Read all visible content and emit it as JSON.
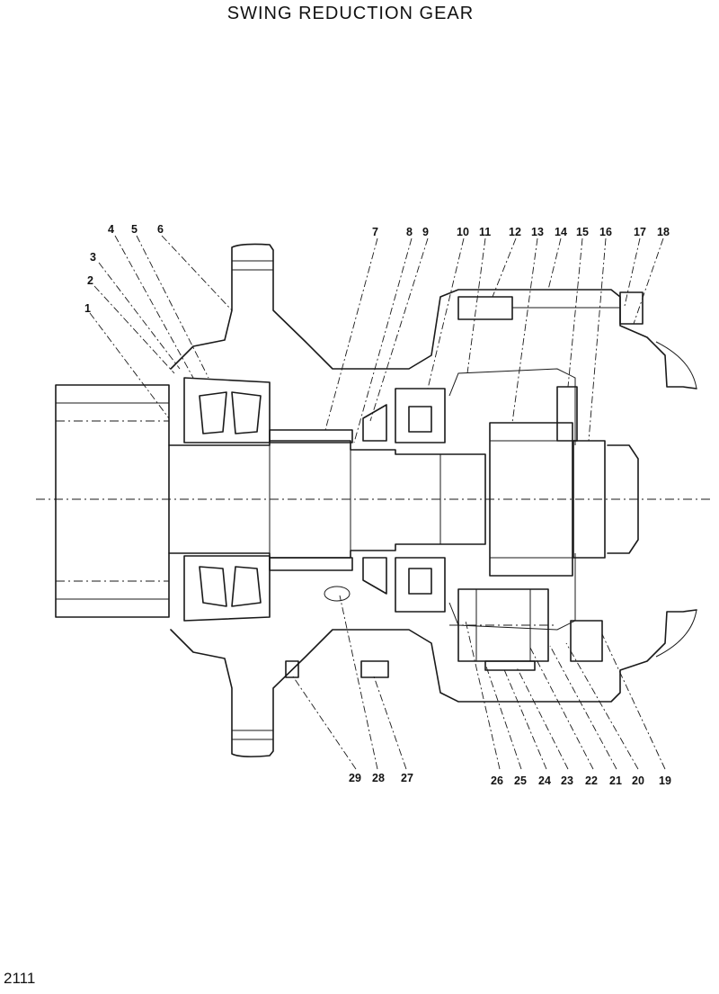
{
  "title": "SWING REDUCTION GEAR",
  "page_number": "2111",
  "callouts": {
    "top": [
      "1",
      "2",
      "3",
      "4",
      "5",
      "6",
      "7",
      "8",
      "9",
      "10",
      "11",
      "12",
      "13",
      "14",
      "15",
      "16",
      "17",
      "18"
    ],
    "bottom": [
      "29",
      "28",
      "27",
      "26",
      "25",
      "24",
      "23",
      "22",
      "21",
      "20",
      "19"
    ]
  }
}
